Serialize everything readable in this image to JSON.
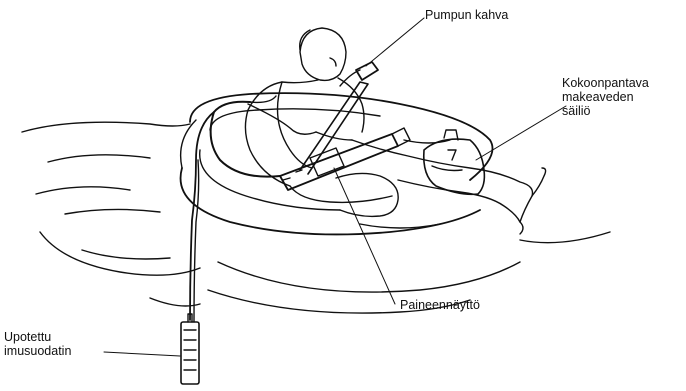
{
  "labels": {
    "pump_handle": "Pumpun kahva",
    "freshwater_tank": [
      "Kokoonpantava",
      "makeaveden",
      "säiliö"
    ],
    "pressure_gauge": "Paineennäyttö",
    "intake_filter": [
      "Upotettu",
      "imusuodatin"
    ]
  },
  "colors": {
    "ink": "#111111",
    "background": "#ffffff"
  }
}
